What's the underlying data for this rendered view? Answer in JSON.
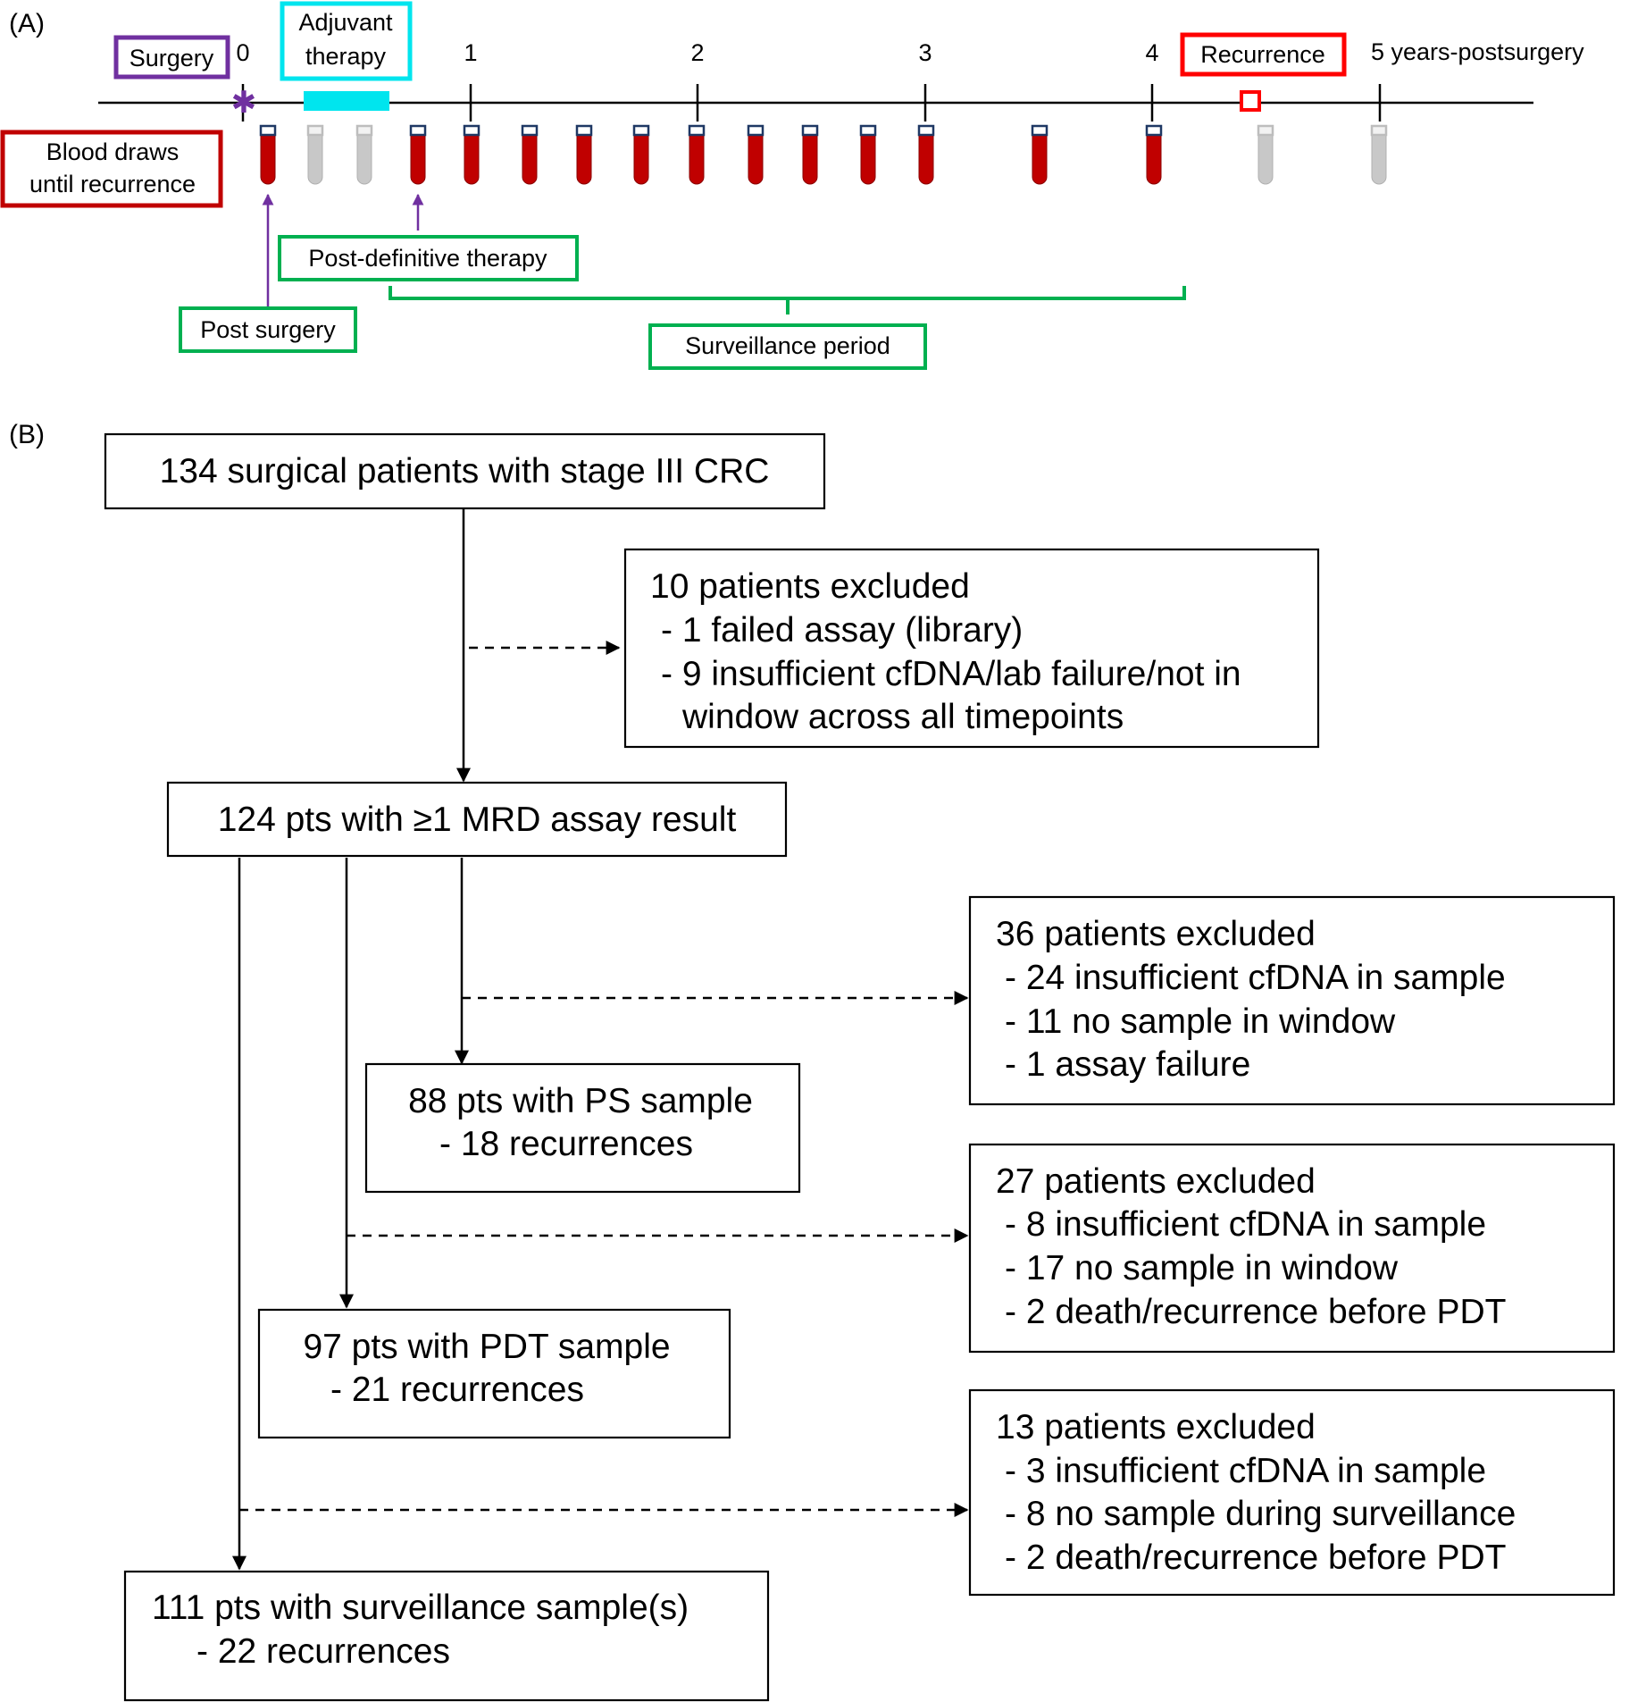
{
  "panel_a": {
    "label": "(A)",
    "surgery_label": "Surgery",
    "adjuvant_label_1": "Adjuvant",
    "adjuvant_label_2": "therapy",
    "recurrence_label": "Recurrence",
    "years_label": "5 years-postsurgery",
    "blood_draws_1": "Blood draws",
    "blood_draws_2": "until recurrence",
    "post_definitive_label": "Post-definitive therapy",
    "post_surgery_label": "Post surgery",
    "surveillance_label": "Surveillance period",
    "ticks": [
      "0",
      "1",
      "2",
      "3",
      "4"
    ],
    "tubes": [
      "drawn",
      "not-drawn",
      "not-drawn",
      "drawn",
      "drawn",
      "drawn",
      "drawn",
      "drawn",
      "drawn",
      "drawn",
      "drawn",
      "drawn",
      "drawn",
      "drawn",
      "drawn",
      "not-drawn",
      "not-drawn"
    ],
    "colors": {
      "surgery": "#7030a0",
      "adjuvant": "#00e5ee",
      "recurrence": "#ff0000",
      "blood_box": "#c00000",
      "timepoint_box": "#00b050",
      "tube_drawn": "#c00000",
      "tube_not_drawn": "#c8c8c8",
      "arrow": "#7030a0"
    }
  },
  "panel_b": {
    "label": "(B)",
    "box_enrolled": "134 surgical patients with stage III CRC",
    "excl1_title": "10 patients excluded",
    "excl1_items": [
      "- 1 failed assay (library)",
      "- 9 insufficient cfDNA/lab failure/not in",
      "window across all timepoints"
    ],
    "box_mrd": "124 pts with ≥1 MRD assay result",
    "excl2_title": "36 patients excluded",
    "excl2_items": [
      "- 24 insufficient cfDNA in sample",
      "- 11 no sample in window",
      "- 1 assay failure"
    ],
    "box_ps_1": "88 pts with PS sample",
    "box_ps_2": "-  18 recurrences",
    "excl3_title": "27 patients excluded",
    "excl3_items": [
      "- 8 insufficient cfDNA in sample",
      "- 17 no sample in window",
      "- 2 death/recurrence before PDT"
    ],
    "box_pdt_1": "97 pts with PDT sample",
    "box_pdt_2": "-  21 recurrences",
    "excl4_title": "13 patients excluded",
    "excl4_items": [
      "- 3 insufficient cfDNA in sample",
      "- 8 no sample during surveillance",
      "- 2 death/recurrence before PDT"
    ],
    "box_surv_1": "111 pts with surveillance sample(s)",
    "box_surv_2": "-  22 recurrences"
  }
}
